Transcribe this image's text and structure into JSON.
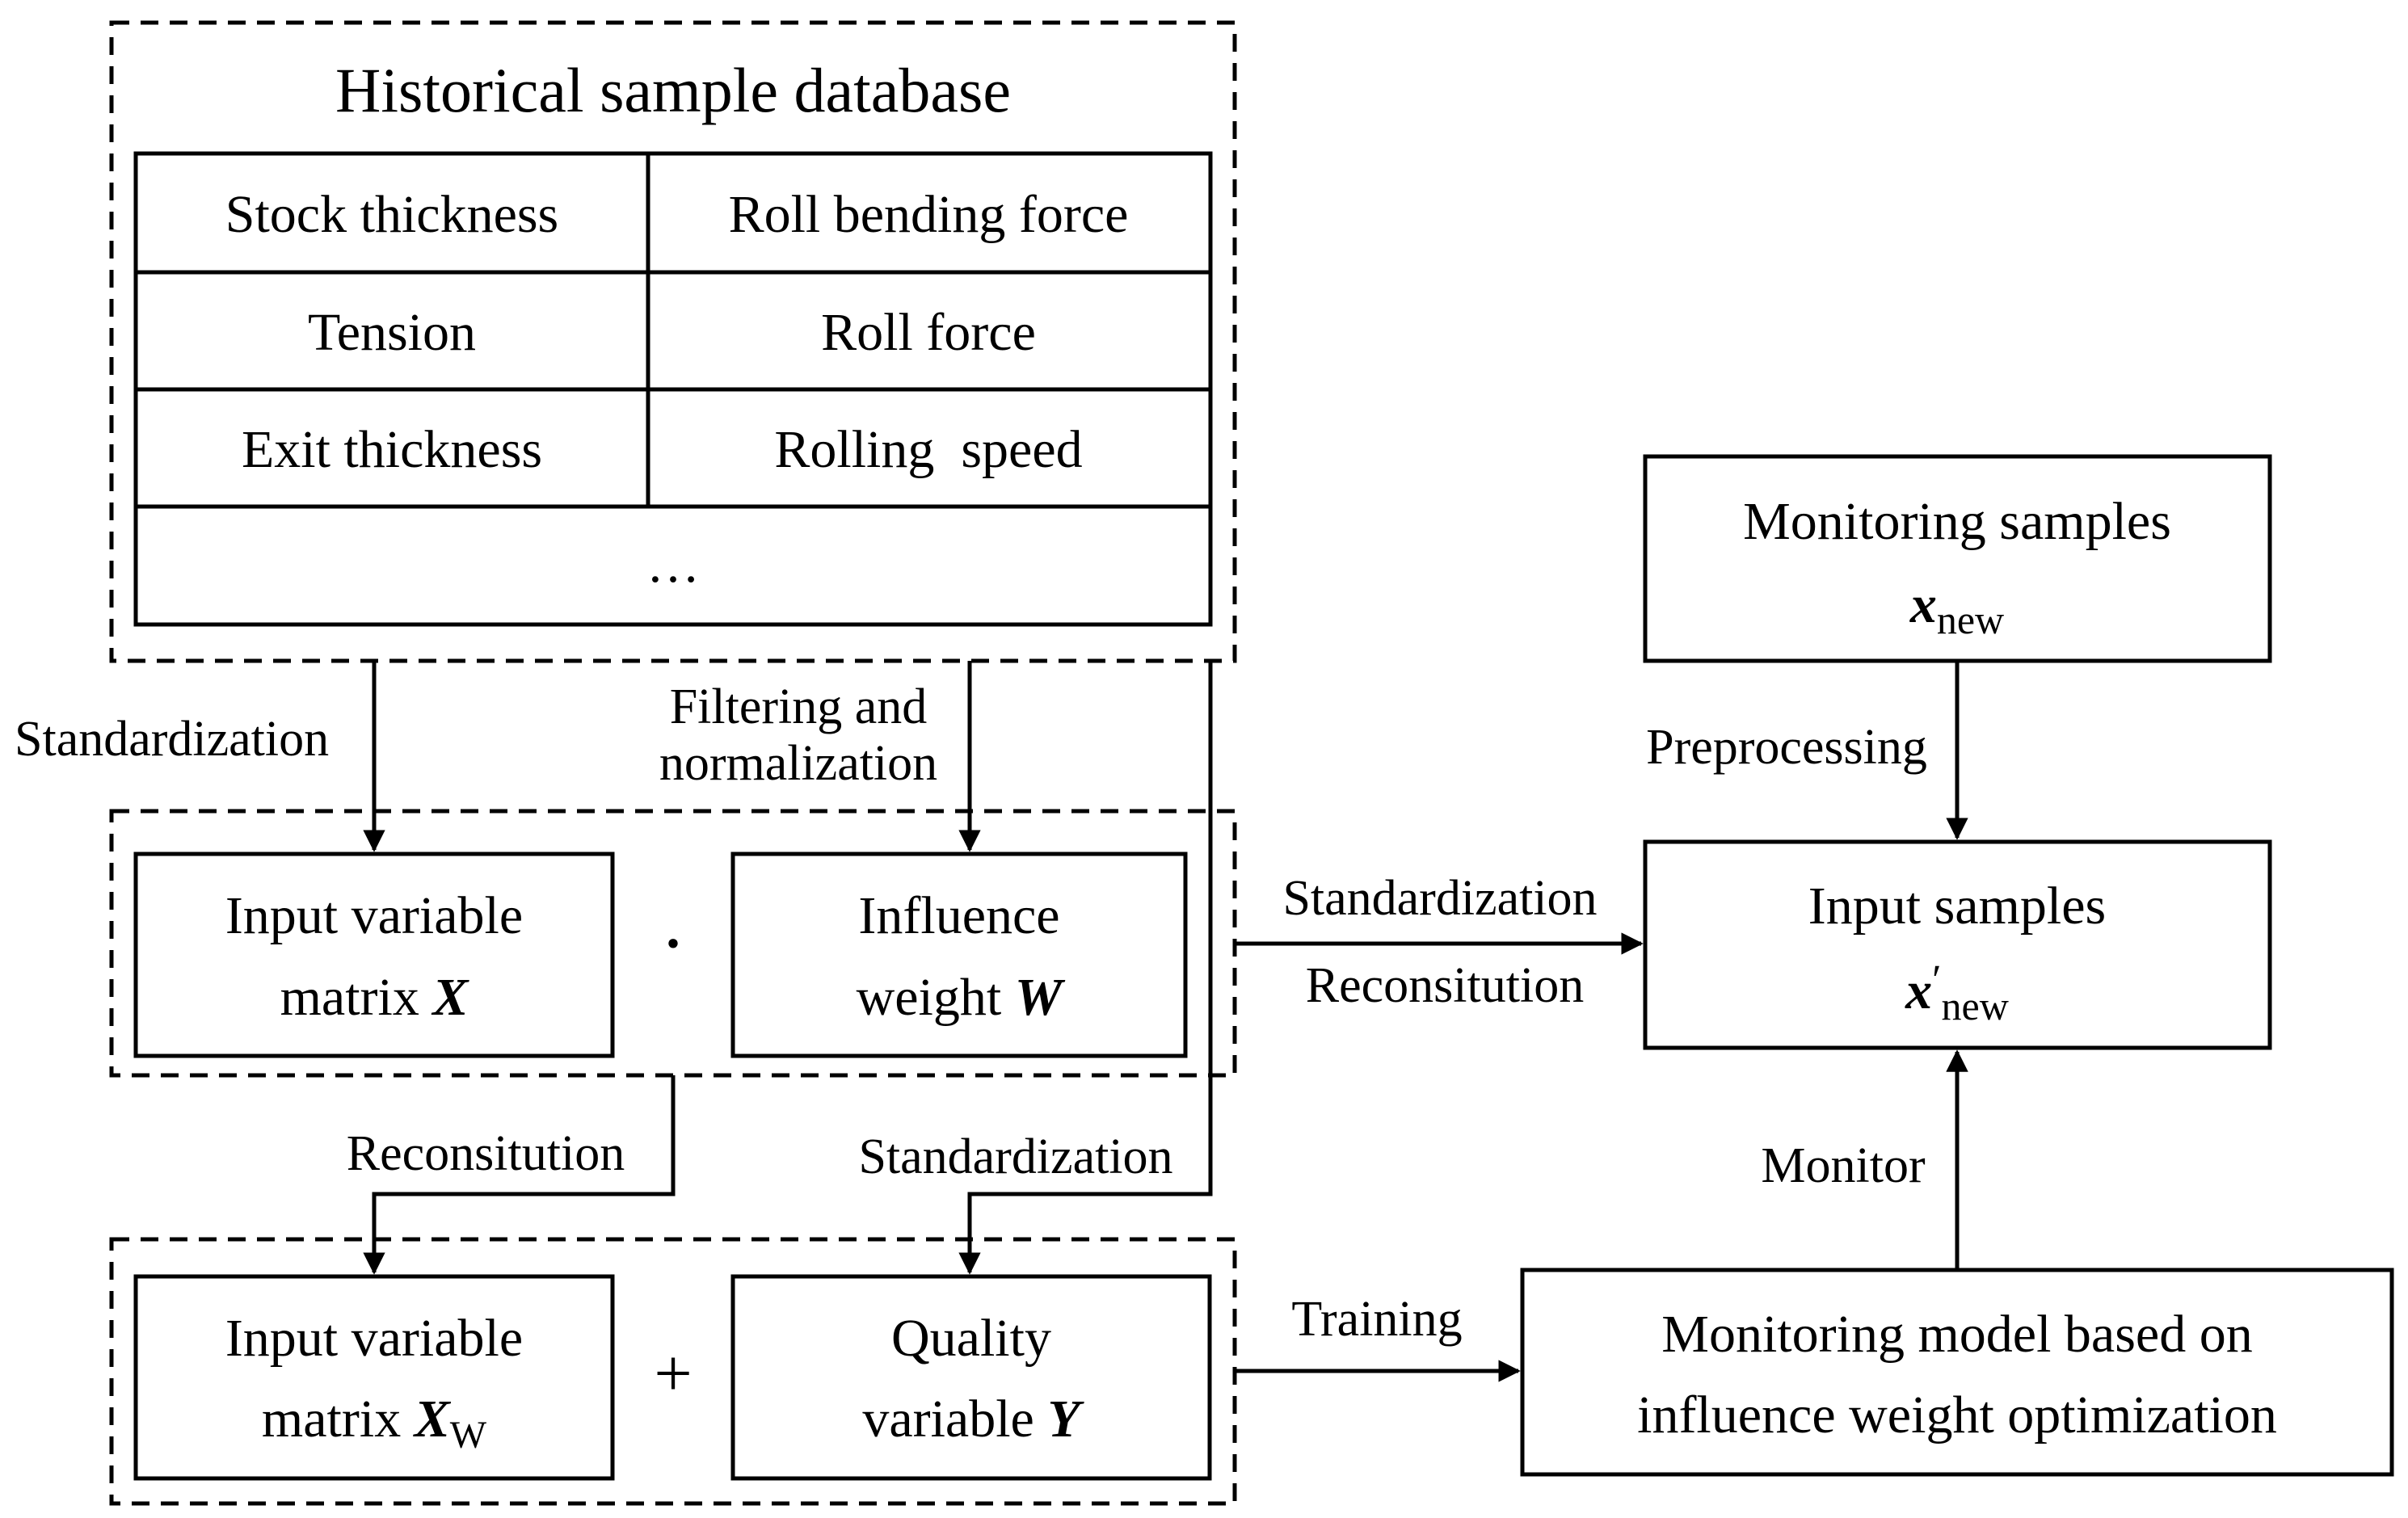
{
  "database": {
    "title": "Historical sample database",
    "cells": [
      "Stock thickness",
      "Roll bending force",
      "Tension",
      "Roll force",
      "Exit thickness",
      "Rolling  speed"
    ],
    "ellipsis": "…"
  },
  "labels": {
    "standardization_left": "Standardization",
    "filtering_line1": "Filtering and",
    "filtering_line2": "normalization",
    "reconsitution_left": "Reconsitution",
    "standardization_mid": "Standardization",
    "standardization_right": "Standardization",
    "reconsitution_right": "Reconsitution",
    "training": "Training",
    "preprocessing": "Preprocessing",
    "monitor": "Monitor"
  },
  "middle_group": {
    "input_matrix_line1": "Input variable",
    "input_matrix_line2_text": "matrix ",
    "input_matrix_symbol": "X",
    "dot_operator": "·",
    "weight_line1": "Influence",
    "weight_line2_text": "weight ",
    "weight_symbol": "W"
  },
  "bottom_group": {
    "xw_line1": "Input variable",
    "xw_line2_text": "matrix ",
    "xw_symbol": "X",
    "xw_subscript": "W",
    "plus_operator": "+",
    "quality_line1": "Quality",
    "quality_line2_text": "variable ",
    "quality_symbol": "Y"
  },
  "monitoring_samples": {
    "line1": "Monitoring samples",
    "symbol": "x",
    "subscript": "new"
  },
  "input_samples": {
    "line1": "Input samples",
    "symbol": "x",
    "prime": "′",
    "subscript": "new"
  },
  "model": {
    "line1": "Monitoring model based on",
    "line2": "influence weight optimization"
  }
}
